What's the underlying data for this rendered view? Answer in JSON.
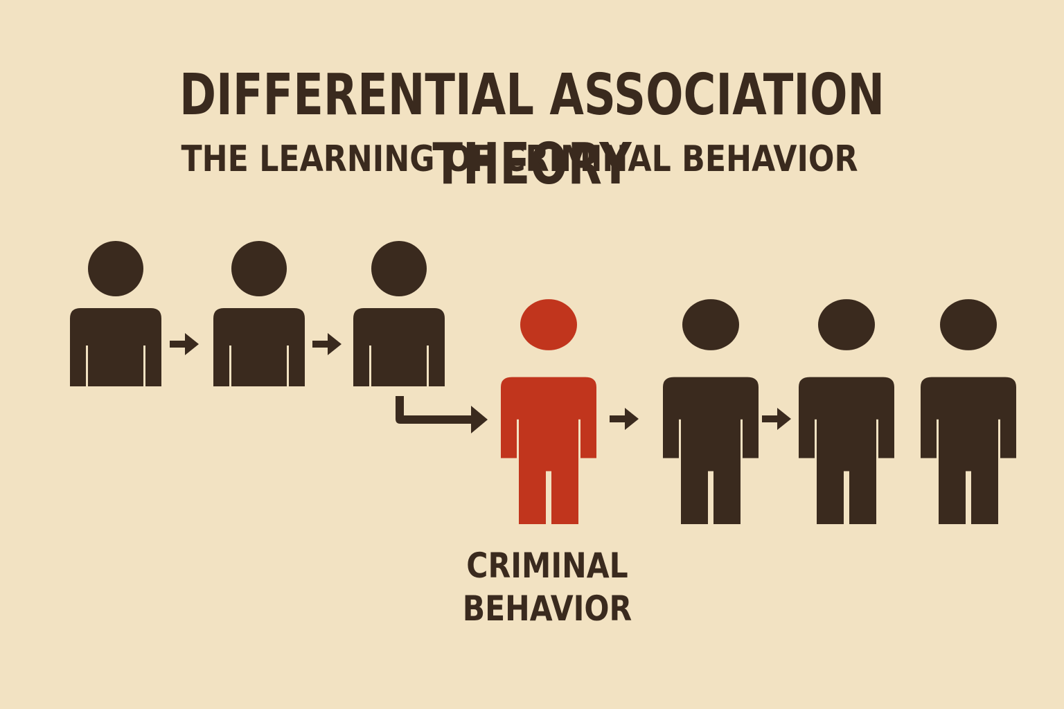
{
  "title": "DIFFERENTIAL ASSOCIATION THEORY",
  "subtitle": "THE LEARNING OF CRIMINAL BEHAVIOR",
  "caption": {
    "line1": "CRIMINAL",
    "line2": "BEHAVIOR"
  },
  "colors": {
    "background": "#f2e2c2",
    "figure": "#3a2a1e",
    "highlight": "#c1351d"
  },
  "figures": [
    {
      "kind": "half-figure",
      "highlighted": false
    },
    {
      "kind": "half-figure",
      "highlighted": false
    },
    {
      "kind": "half-figure",
      "highlighted": false
    },
    {
      "kind": "full-figure",
      "highlighted": true
    },
    {
      "kind": "full-figure",
      "highlighted": false
    },
    {
      "kind": "full-figure",
      "highlighted": false
    },
    {
      "kind": "full-figure",
      "highlighted": false
    }
  ]
}
